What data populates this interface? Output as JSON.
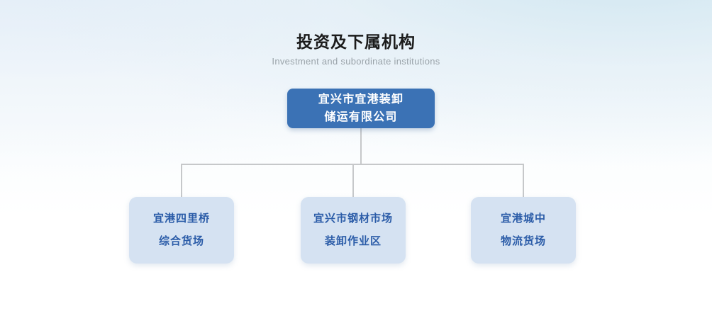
{
  "heading": {
    "title": "投资及下属机构",
    "subtitle": "Investment and subordinate institutions"
  },
  "colors": {
    "root_fill": "#3b72b5",
    "root_text": "#ffffff",
    "child_fill": "#d5e2f2",
    "child_text": "#2b5ca8",
    "connector": "#c6c8ca",
    "title_text": "#1b1b1b",
    "subtitle_text": "#9aa3a9",
    "background_top_left": "#ecf3f9",
    "background_top_right": "#e4eff5",
    "background_bottom": "#ffffff"
  },
  "chart_data": {
    "type": "diagram",
    "diagram_type": "organization-chart",
    "title": "投资及下属机构",
    "subtitle": "Investment and subordinate institutions",
    "root": {
      "id": "root",
      "lines": [
        "宜兴市宜港装卸",
        "储运有限公司"
      ],
      "full_text": "宜兴市宜港装卸储运有限公司"
    },
    "children": [
      {
        "id": "child-1",
        "lines": [
          "宜港四里桥",
          "综合货场"
        ],
        "full_text": "宜港四里桥综合货场"
      },
      {
        "id": "child-2",
        "lines": [
          "宜兴市钢材市场",
          "装卸作业区"
        ],
        "full_text": "宜兴市钢材市场装卸作业区"
      },
      {
        "id": "child-3",
        "lines": [
          "宜港城中",
          "物流货场"
        ],
        "full_text": "宜港城中物流货场"
      }
    ],
    "edges": [
      {
        "from": "root",
        "to": "child-1"
      },
      {
        "from": "root",
        "to": "child-2"
      },
      {
        "from": "root",
        "to": "child-3"
      }
    ]
  }
}
